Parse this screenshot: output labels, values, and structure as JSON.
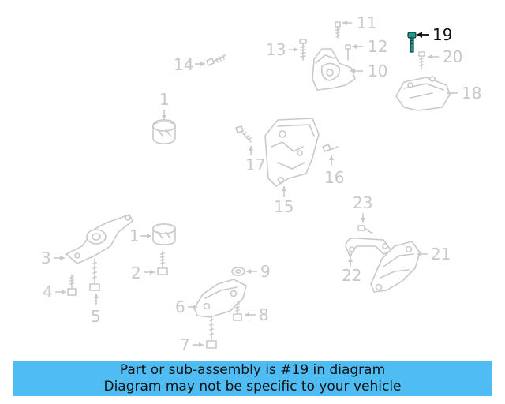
{
  "callouts": [
    "1",
    "1",
    "2",
    "3",
    "4",
    "5",
    "6",
    "7",
    "8",
    "9",
    "10",
    "11",
    "12",
    "13",
    "14",
    "15",
    "16",
    "17",
    "18",
    "19",
    "20",
    "21",
    "22",
    "23"
  ],
  "highlight": {
    "part": "19",
    "color": "#1a9a8a"
  },
  "banner": {
    "line1": "Part or sub-assembly is #19 in diagram",
    "line2": "Diagram may not be specific to your vehicle",
    "background": "#4fbdf3"
  }
}
